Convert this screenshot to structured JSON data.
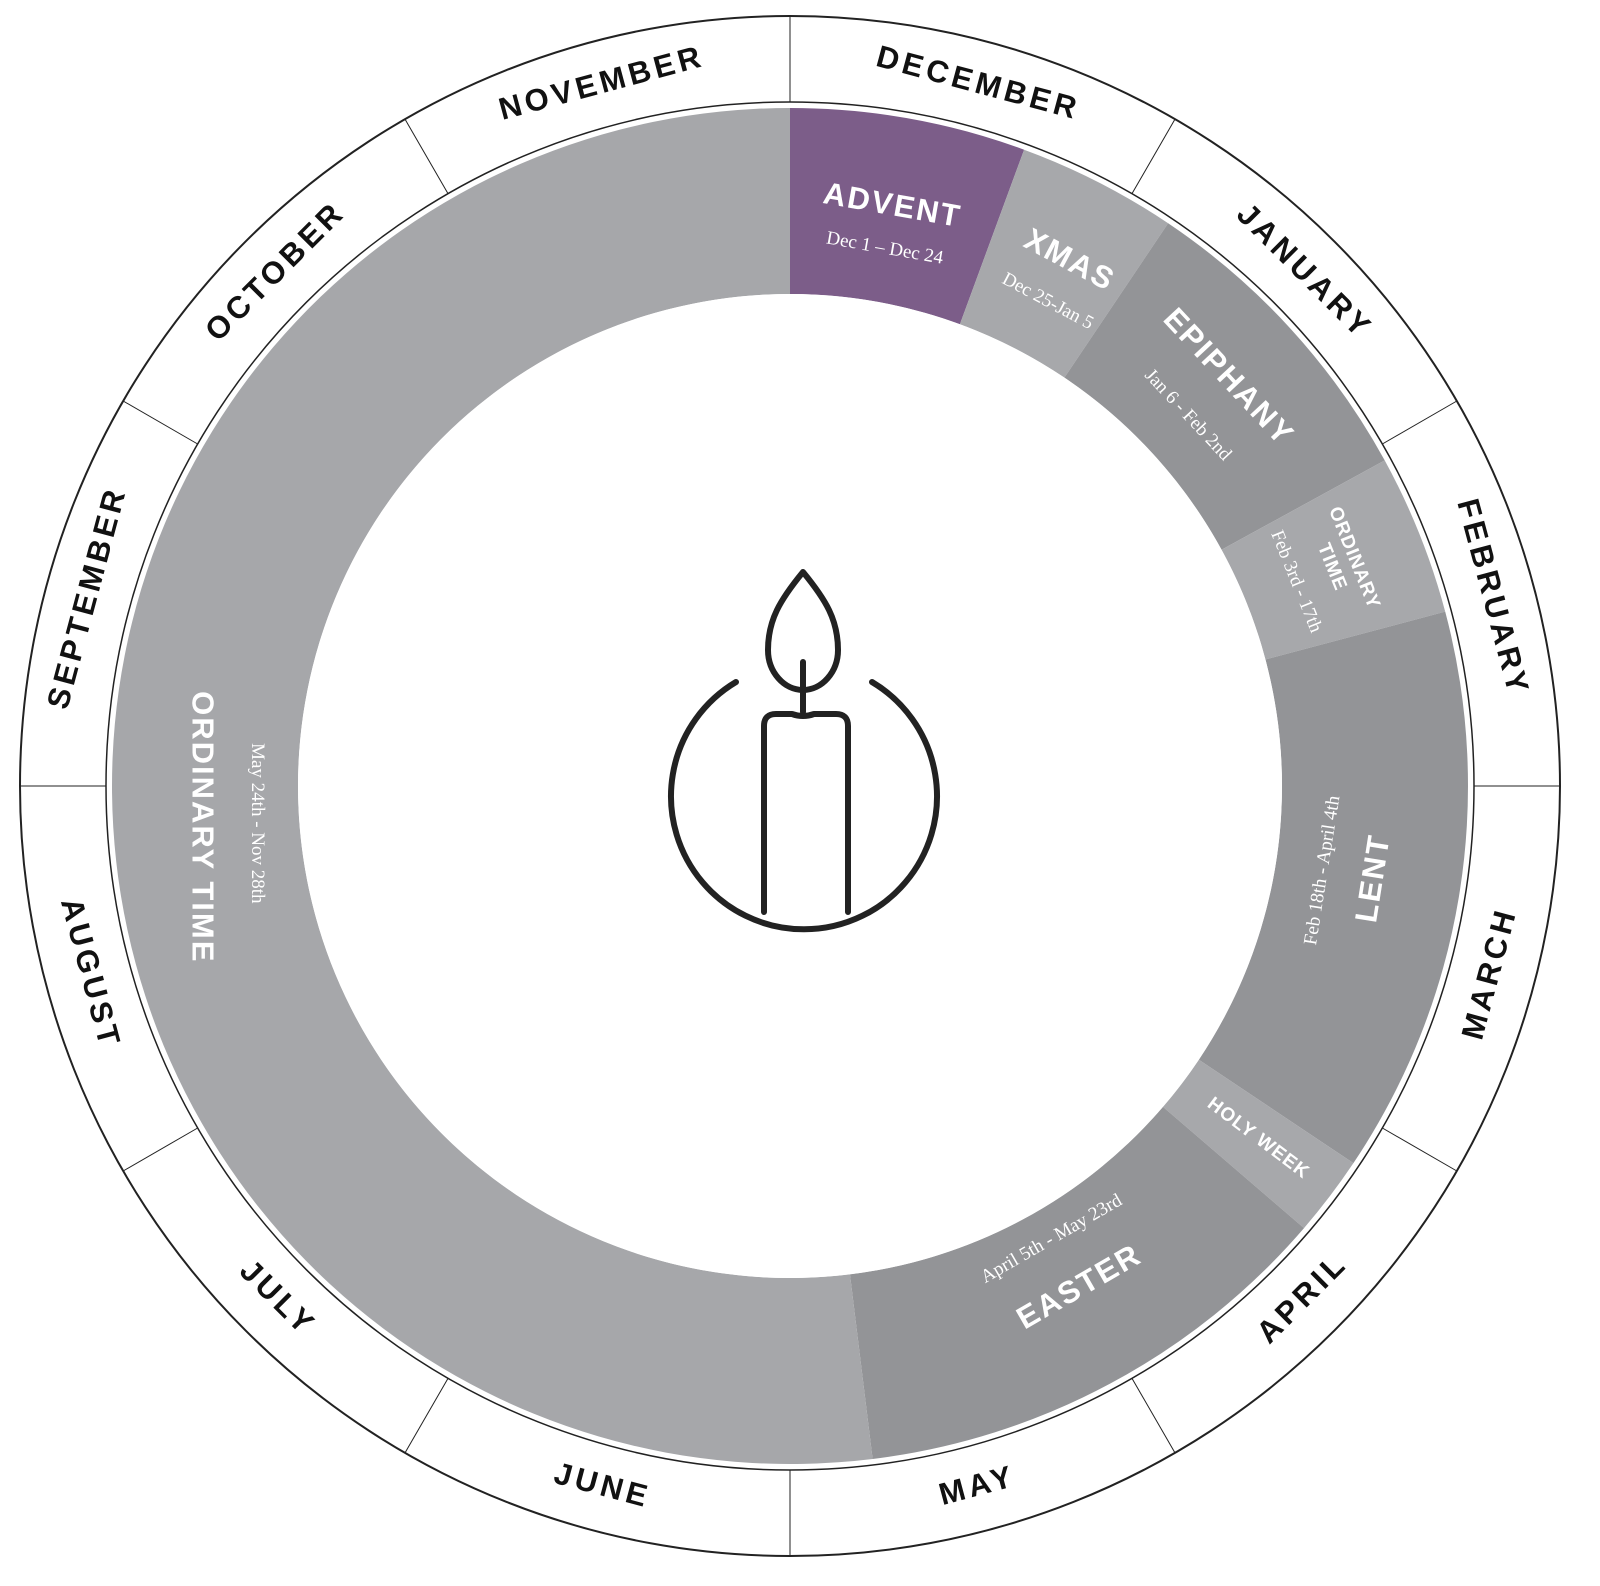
{
  "chart_data": {
    "type": "pie",
    "title": "",
    "months": [
      "DECEMBER",
      "JANUARY",
      "FEBRUARY",
      "MARCH",
      "APRIL",
      "MAY",
      "JUNE",
      "JULY",
      "AUGUST",
      "SEPTEMBER",
      "OCTOBER",
      "NOVEMBER"
    ],
    "seasons": [
      {
        "name": "ADVENT",
        "dates": "Dec 1 – Dec 24",
        "start_deg": 0,
        "end_deg": 20.2,
        "color": "#7c5d89"
      },
      {
        "name": "XMAS",
        "dates": "Dec 25-Jan 5",
        "start_deg": 20.2,
        "end_deg": 33.9,
        "color": "#a7a8ab"
      },
      {
        "name": "EPIPHANY",
        "dates": "Jan 6 - Feb 2nd",
        "start_deg": 33.9,
        "end_deg": 61.3,
        "color": "#939497"
      },
      {
        "name": "ORDINARY",
        "name2": "TIME",
        "dates": "Feb 3rd - 17th",
        "start_deg": 61.3,
        "end_deg": 75.1,
        "color": "#a7a8ab"
      },
      {
        "name": "LENT",
        "dates": "Feb 18th - April 4th",
        "start_deg": 75.1,
        "end_deg": 123.8,
        "color": "#939497"
      },
      {
        "name": "HOLY WEEK",
        "dates": "",
        "start_deg": 123.8,
        "end_deg": 130.7,
        "color": "#a7a8ab"
      },
      {
        "name": "EASTER",
        "dates": "April 5th - May 23rd",
        "start_deg": 130.7,
        "end_deg": 173,
        "color": "#939497"
      },
      {
        "name": "ORDINARY TIME",
        "dates": "May 24th - Nov 28th",
        "start_deg": 173,
        "end_deg": 360,
        "color": "#a6a7aa"
      }
    ],
    "center_icon": "candle-icon"
  }
}
